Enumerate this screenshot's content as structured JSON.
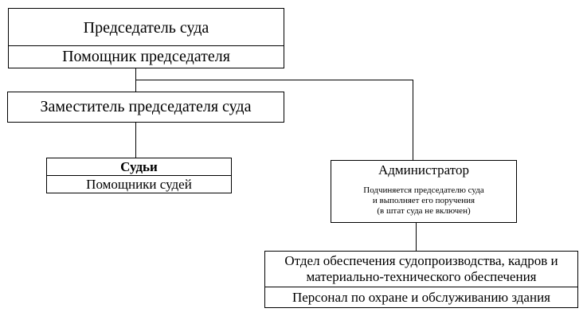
{
  "chairman": {
    "title": "Председатель суда",
    "assistant": "Помощник председателя"
  },
  "deputy": {
    "title": "Заместитель председателя суда"
  },
  "judges": {
    "title": "Судьи",
    "assistants": "Помощники судей"
  },
  "administrator": {
    "title": "Администратор",
    "note_lines": [
      "Подчиняется председателю суда",
      "и выполняет его поручения",
      "(в штат суда не включен)"
    ]
  },
  "department": {
    "title_lines": [
      "Отдел обеспечения судопроизводства, кадров и",
      "материально-технического обеспечения"
    ],
    "staff": "Персонал по охране и обслуживанию здания"
  }
}
